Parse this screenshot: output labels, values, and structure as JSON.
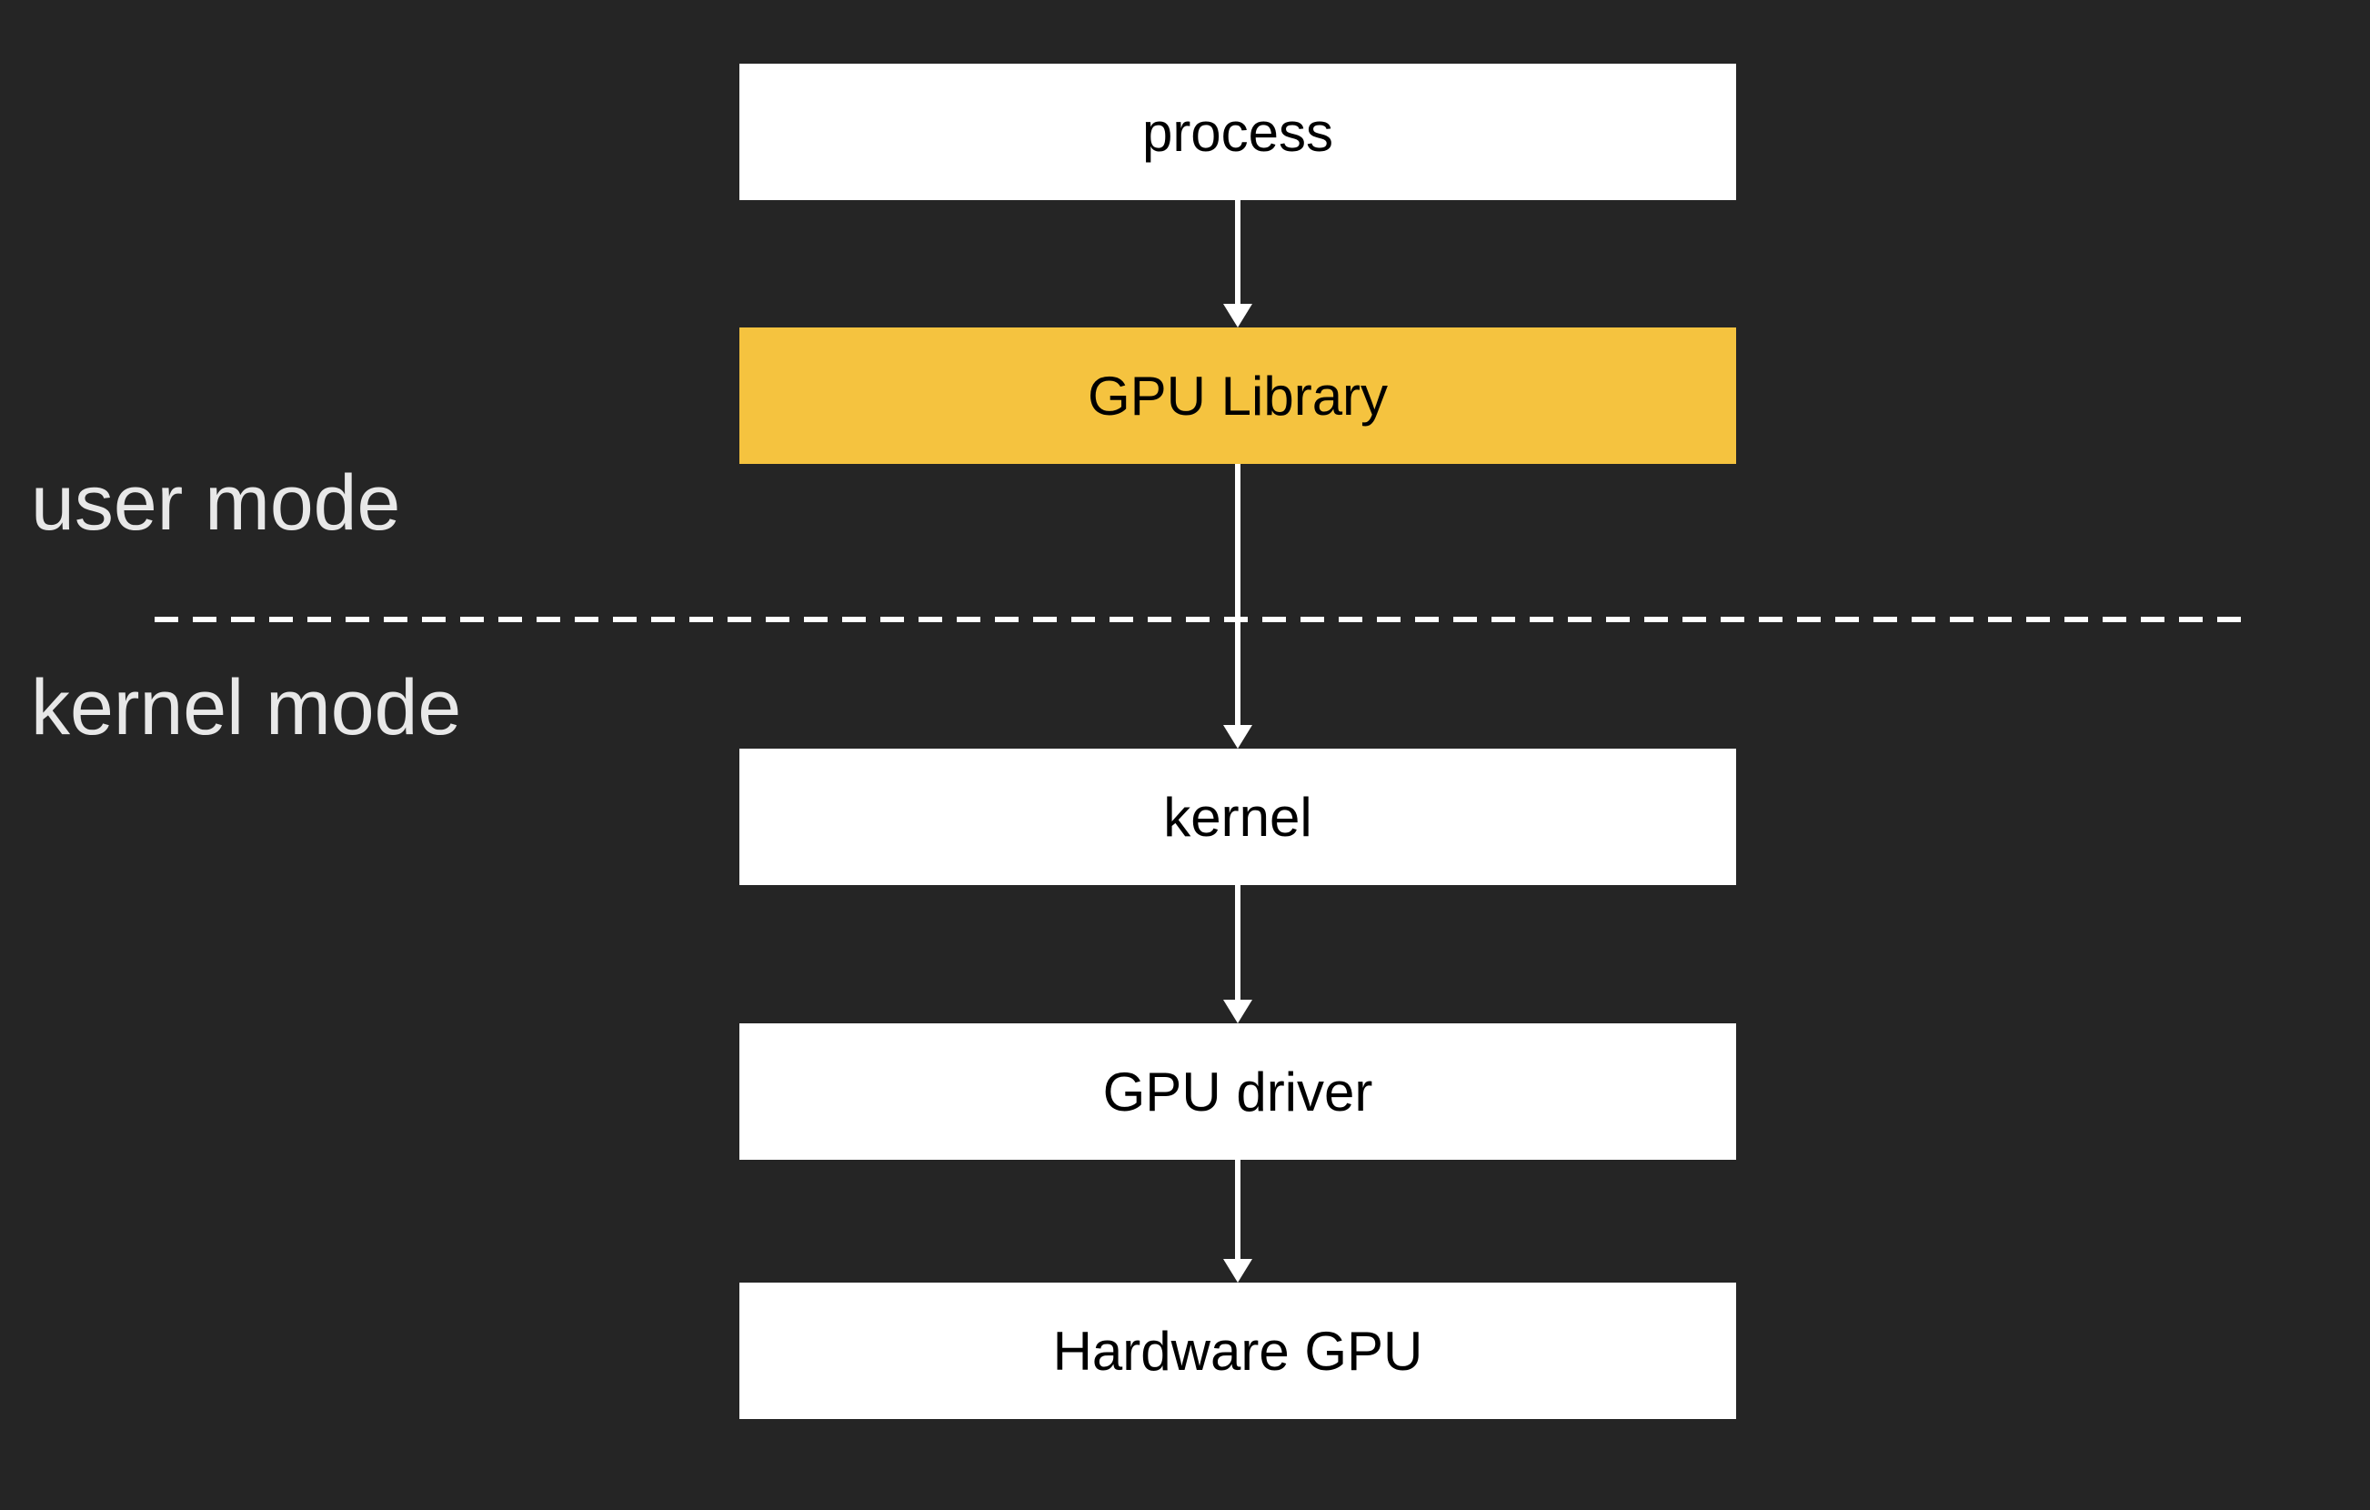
{
  "diagram": {
    "background": "#252525",
    "nodes": [
      {
        "id": "process",
        "label": "process",
        "fill": "#ffffff"
      },
      {
        "id": "gpu_library",
        "label": "GPU Library",
        "fill": "#f5c33f"
      },
      {
        "id": "kernel",
        "label": "kernel",
        "fill": "#ffffff"
      },
      {
        "id": "gpu_driver",
        "label": "GPU driver",
        "fill": "#ffffff"
      },
      {
        "id": "hardware_gpu",
        "label": "Hardware GPU",
        "fill": "#ffffff"
      }
    ],
    "edges": [
      {
        "from": "process",
        "to": "gpu_library"
      },
      {
        "from": "gpu_library",
        "to": "kernel"
      },
      {
        "from": "kernel",
        "to": "gpu_driver"
      },
      {
        "from": "gpu_driver",
        "to": "hardware_gpu"
      }
    ],
    "regions": {
      "upper_label": "user mode",
      "lower_label": "kernel mode",
      "divider_style": "dashed",
      "divider_color": "#ffffff"
    }
  }
}
